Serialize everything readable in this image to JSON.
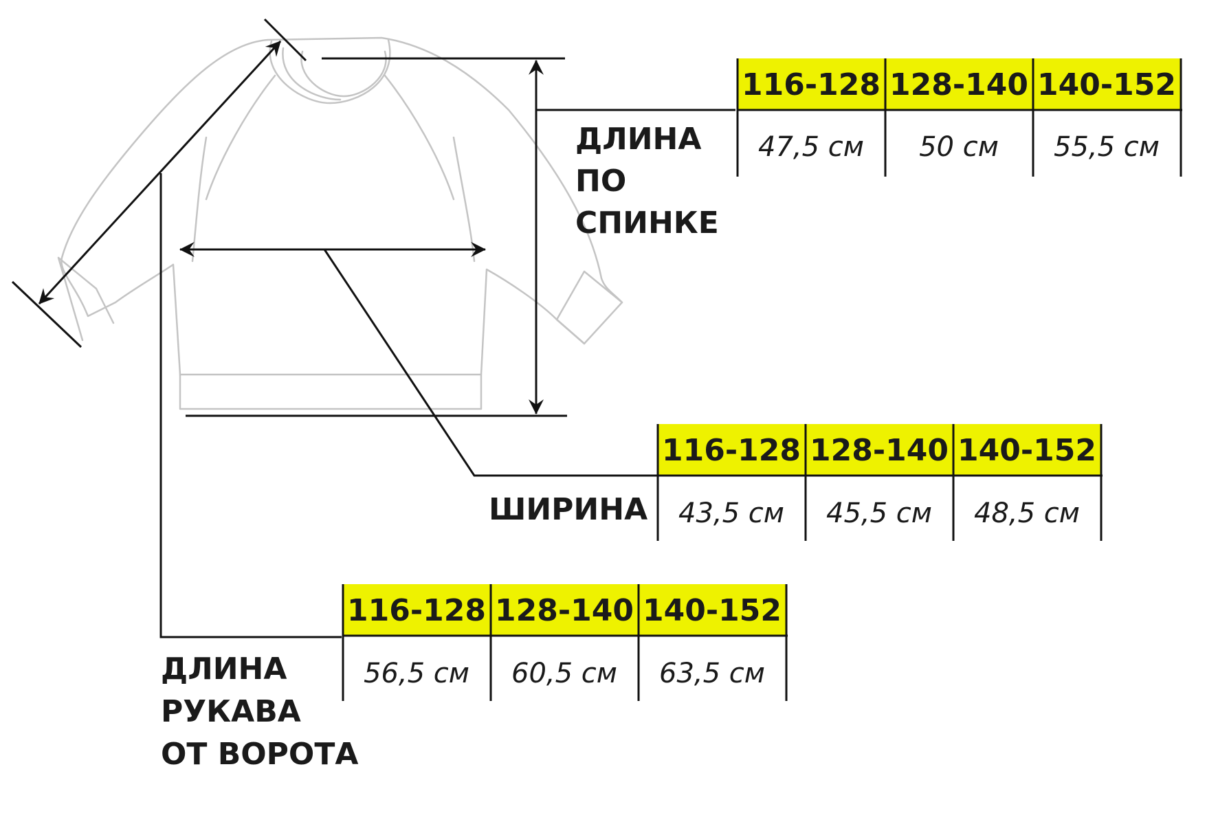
{
  "tables": [
    {
      "id": "back-length",
      "label_lines": [
        "ДЛИНА",
        "ПО",
        "СПИНКЕ"
      ],
      "sizes": [
        "116-128",
        "128-140",
        "140-152"
      ],
      "values": [
        "47,5 см",
        "50 см",
        "55,5 см"
      ]
    },
    {
      "id": "width",
      "label_lines": [
        "ШИРИНА"
      ],
      "sizes": [
        "116-128",
        "128-140",
        "140-152"
      ],
      "values": [
        "43,5 см",
        "45,5 см",
        "48,5 см"
      ]
    },
    {
      "id": "sleeve-length",
      "label_lines": [
        "ДЛИНА",
        "РУКАВА",
        "ОТ ВОРОТА"
      ],
      "sizes": [
        "116-128",
        "128-140",
        "140-152"
      ],
      "values": [
        "56,5 см",
        "60,5 см",
        "63,5 см"
      ]
    }
  ],
  "colors": {
    "header_fill": "#eef200",
    "line": "#111111",
    "garment_outline": "#c4c4c4",
    "text": "#1a1a1a"
  },
  "icons": {
    "garment": "sweatshirt-outline",
    "arrows": "double-headed-measurement-arrow"
  }
}
